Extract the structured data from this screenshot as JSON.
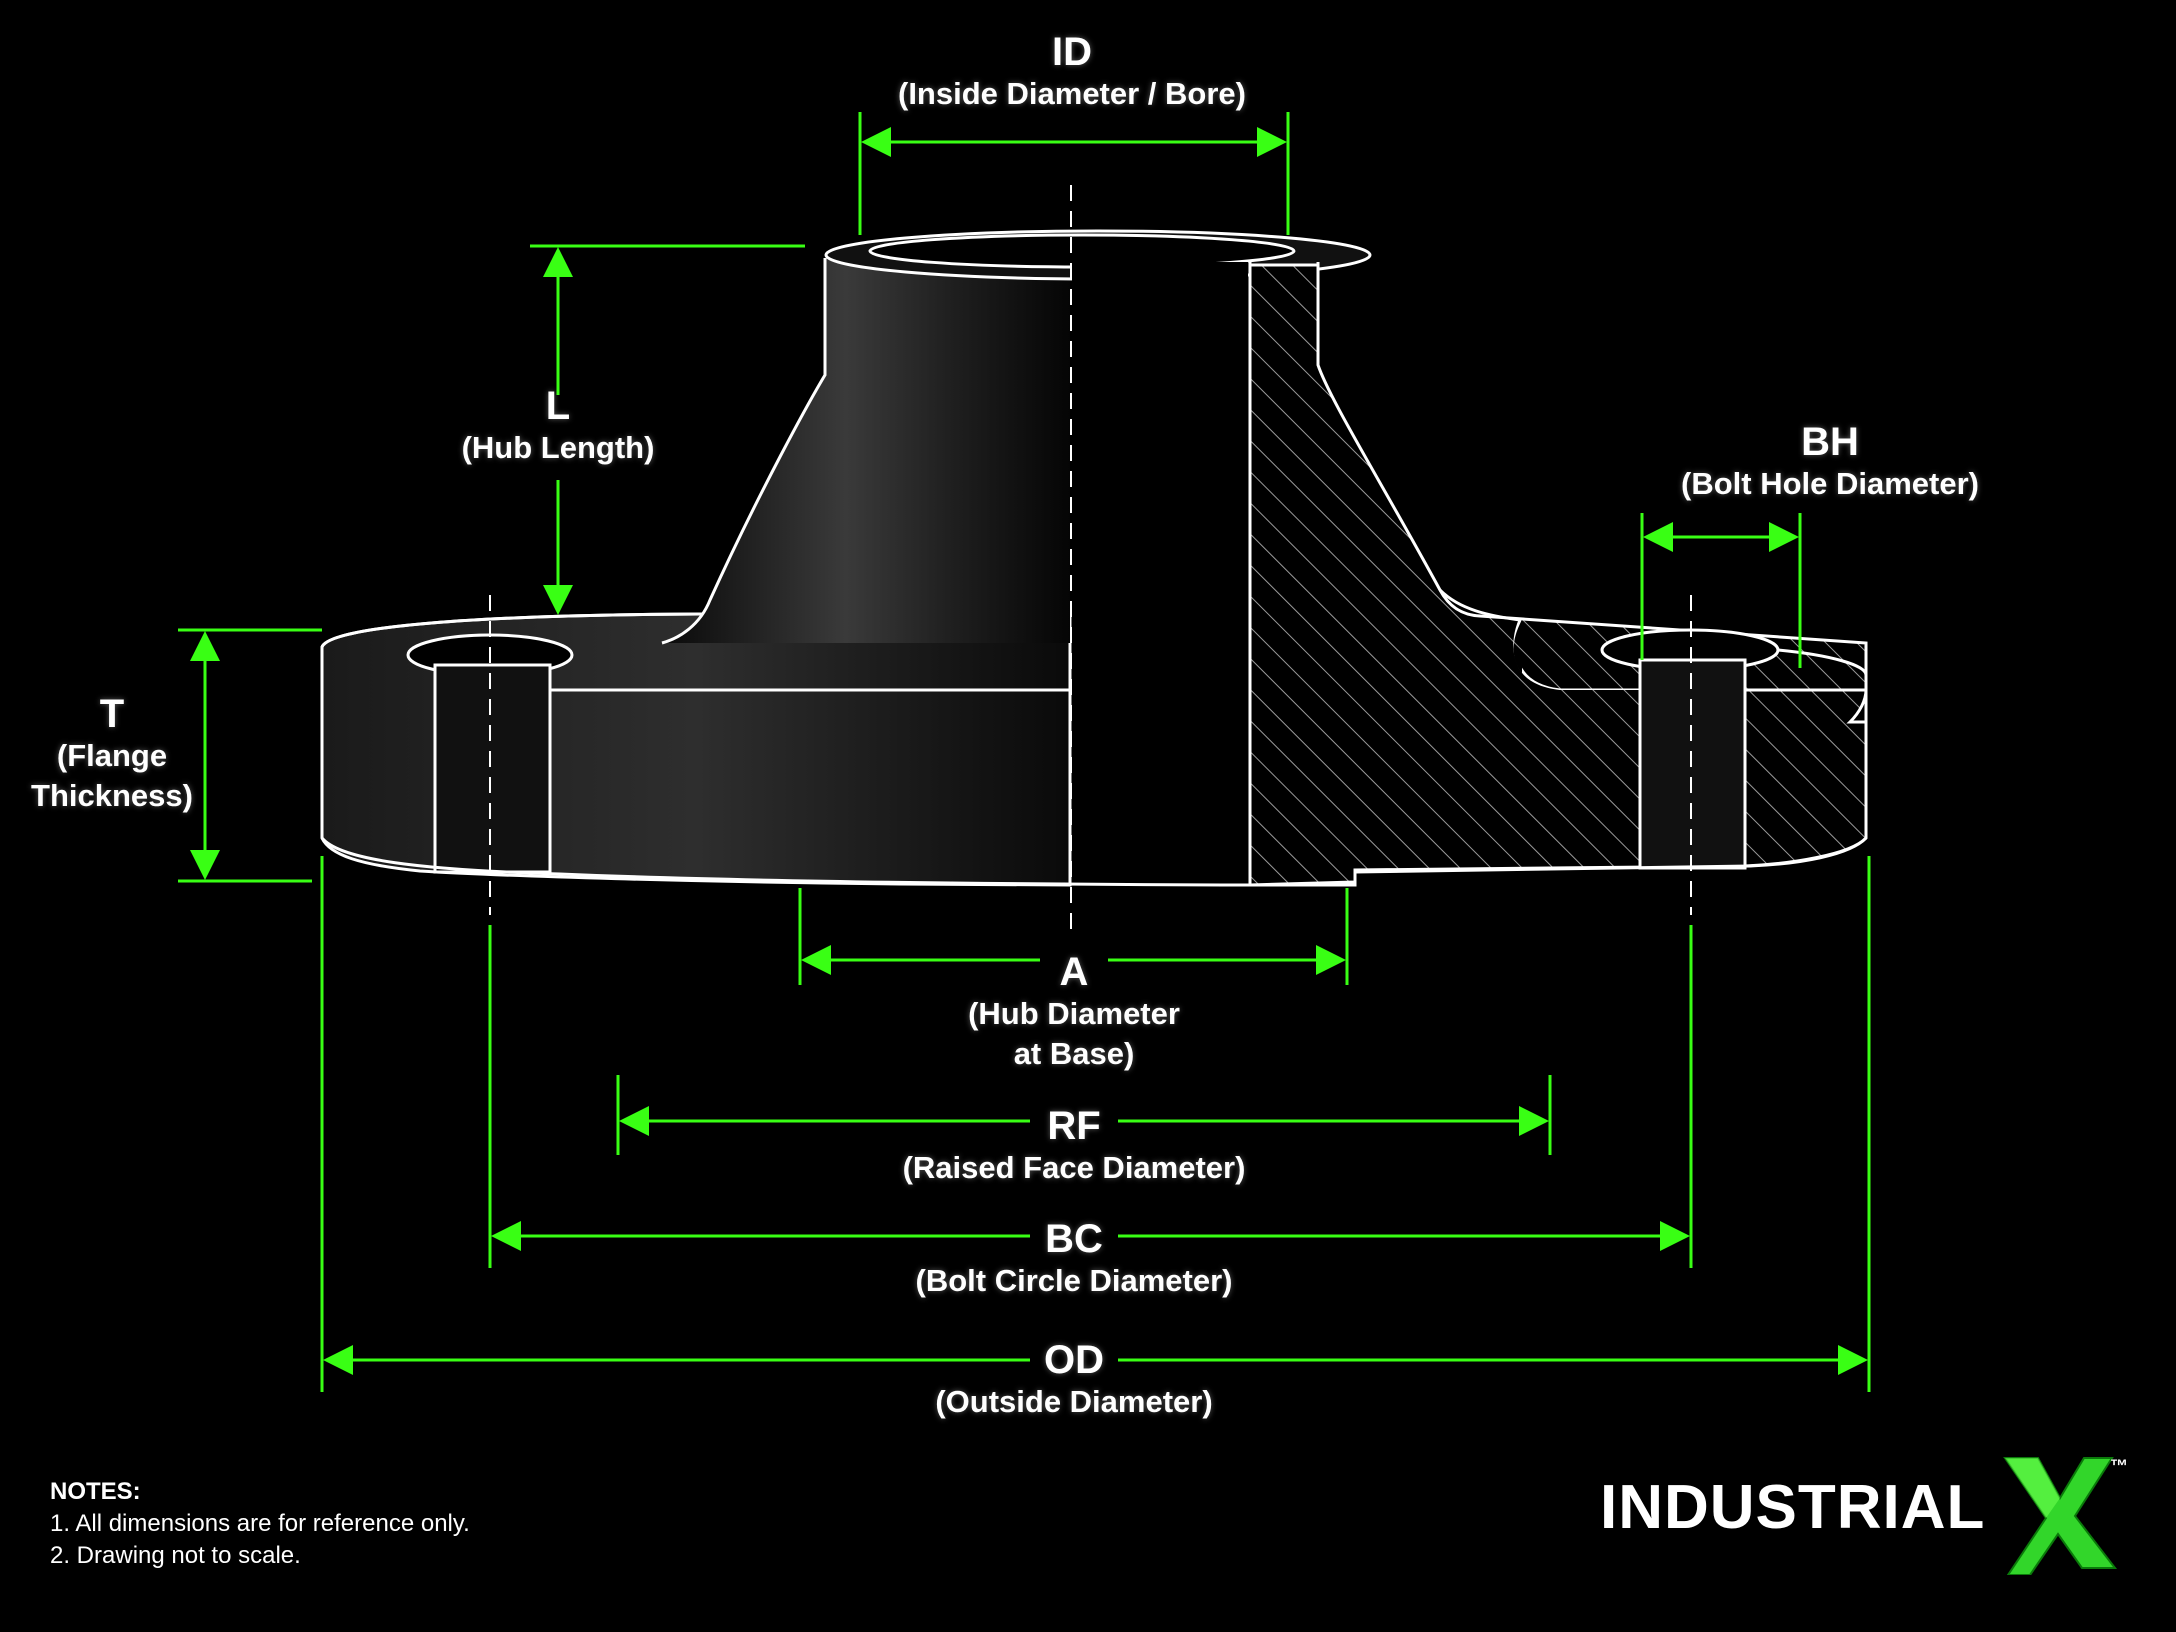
{
  "colors": {
    "background": "#000000",
    "dimension_line": "#39ff14",
    "outline": "#ffffff",
    "hatch": "#9a9a9a",
    "logo_accent": "#32d62a"
  },
  "dimensions": {
    "id": {
      "code": "ID",
      "desc": "(Inside Diameter / Bore)"
    },
    "l": {
      "code": "L",
      "desc": "(Hub Length)"
    },
    "bh": {
      "code": "BH",
      "desc": "(Bolt Hole Diameter)"
    },
    "t": {
      "code": "T",
      "desc_1": "(Flange",
      "desc_2": "Thickness)"
    },
    "a": {
      "code": "A",
      "desc_1": "(Hub Diameter",
      "desc_2": "at Base)"
    },
    "rf": {
      "code": "RF",
      "desc": "(Raised Face Diameter)"
    },
    "bc": {
      "code": "BC",
      "desc": "(Bolt Circle Diameter)"
    },
    "od": {
      "code": "OD",
      "desc": "(Outside Diameter)"
    }
  },
  "notes": {
    "title": "NOTES:",
    "items": [
      "1.  All dimensions are for reference only.",
      "2.  Drawing not to scale."
    ]
  },
  "logo": {
    "text": "INDUSTRIAL",
    "mark": "X",
    "trademark": "™"
  }
}
